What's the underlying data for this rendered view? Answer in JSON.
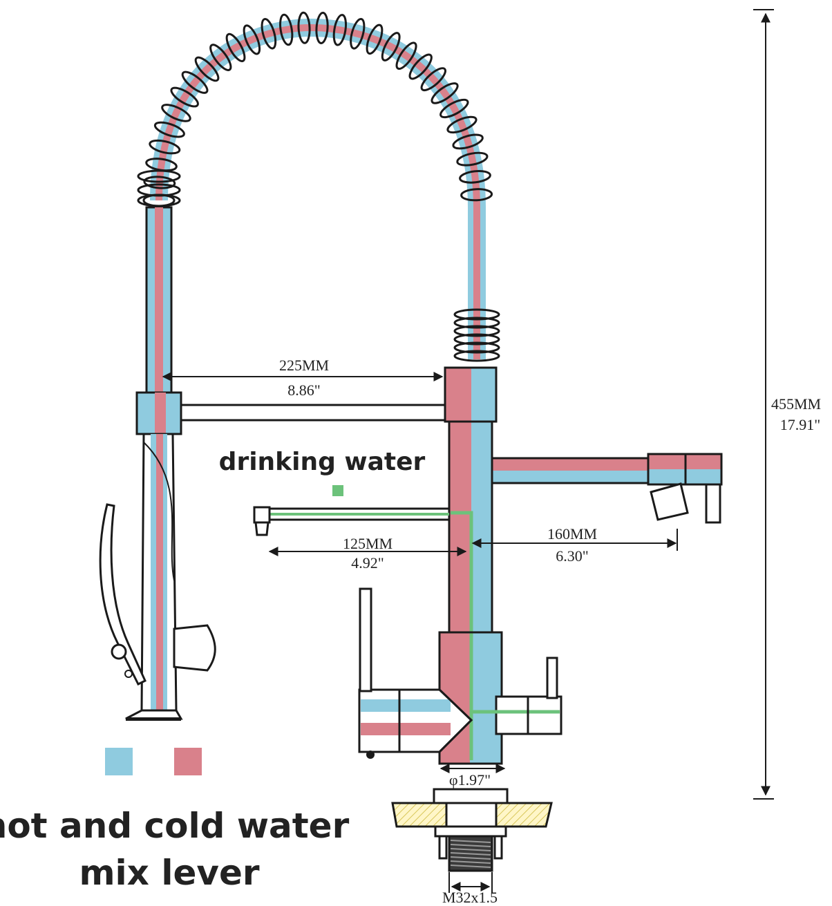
{
  "colors": {
    "cold": "#8fcbdf",
    "hot": "#d9818b",
    "drinking": "#6cc27b",
    "line": "#1a1a1a"
  },
  "labels": {
    "drinking_water": "drinking water",
    "mix_lever_line1": "hot and cold water",
    "mix_lever_line2": "mix lever"
  },
  "dimensions": {
    "spout_reach_mm": "225MM",
    "spout_reach_in": "8.86\"",
    "drink_spout_mm": "125MM",
    "drink_spout_in": "4.92\"",
    "side_spout_mm": "160MM",
    "side_spout_in": "6.30\"",
    "height_mm": "455MM",
    "height_in": "17.91\"",
    "base_diameter": "φ1.97\"",
    "thread": "M32x1.5"
  }
}
